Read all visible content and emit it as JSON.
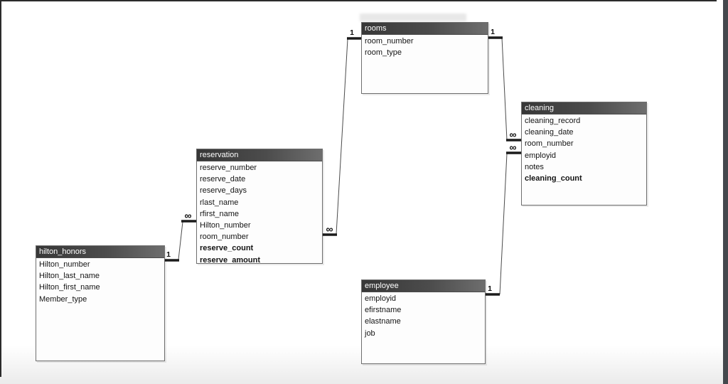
{
  "window": {
    "frame_color": "#2b2b2b",
    "right_strip_color": "#44484d",
    "canvas_color": "#ffffff"
  },
  "colors": {
    "header_dark": "#373737",
    "header_light": "#6e6e6e",
    "table_border": "#6e6e6e",
    "relationship_line": "#4b4b4b",
    "connector_bar": "#1b1b1b"
  },
  "diagram": {
    "tables": [
      {
        "id": "hilton_honors",
        "name": "hilton_honors",
        "fields": [
          {
            "label": "Hilton_number",
            "bold": false
          },
          {
            "label": "Hilton_last_name",
            "bold": false
          },
          {
            "label": "Hilton_first_name",
            "bold": false
          },
          {
            "label": "Member_type",
            "bold": false
          }
        ]
      },
      {
        "id": "reservation",
        "name": "reservation",
        "fields": [
          {
            "label": "reserve_number",
            "bold": false
          },
          {
            "label": "reserve_date",
            "bold": false
          },
          {
            "label": "reserve_days",
            "bold": false
          },
          {
            "label": "rlast_name",
            "bold": false
          },
          {
            "label": "rfirst_name",
            "bold": false
          },
          {
            "label": "Hilton_number",
            "bold": false
          },
          {
            "label": "room_number",
            "bold": false
          },
          {
            "label": "reserve_count",
            "bold": true
          },
          {
            "label": "reserve_amount",
            "bold": true
          }
        ]
      },
      {
        "id": "rooms",
        "name": "rooms",
        "fields": [
          {
            "label": "room_number",
            "bold": false
          },
          {
            "label": "room_type",
            "bold": false
          }
        ]
      },
      {
        "id": "cleaning",
        "name": "cleaning",
        "fields": [
          {
            "label": "cleaning_record",
            "bold": false
          },
          {
            "label": "cleaning_date",
            "bold": false
          },
          {
            "label": "room_number",
            "bold": false
          },
          {
            "label": "employid",
            "bold": false
          },
          {
            "label": "notes",
            "bold": false
          },
          {
            "label": "cleaning_count",
            "bold": true
          }
        ]
      },
      {
        "id": "employee",
        "name": "employee",
        "fields": [
          {
            "label": "employid",
            "bold": false
          },
          {
            "label": "efirstname",
            "bold": false
          },
          {
            "label": "elastname",
            "bold": false
          },
          {
            "label": "job",
            "bold": false
          }
        ]
      }
    ],
    "relationships": [
      {
        "one_table": "hilton_honors",
        "many_table": "reservation",
        "one_label": "1",
        "many_label": "∞"
      },
      {
        "one_table": "rooms",
        "many_table": "reservation",
        "one_label": "1",
        "many_label": "∞"
      },
      {
        "one_table": "rooms",
        "many_table": "cleaning",
        "one_label": "1",
        "many_label": "∞"
      },
      {
        "one_table": "employee",
        "many_table": "cleaning",
        "one_label": "1",
        "many_label": "∞"
      }
    ]
  }
}
